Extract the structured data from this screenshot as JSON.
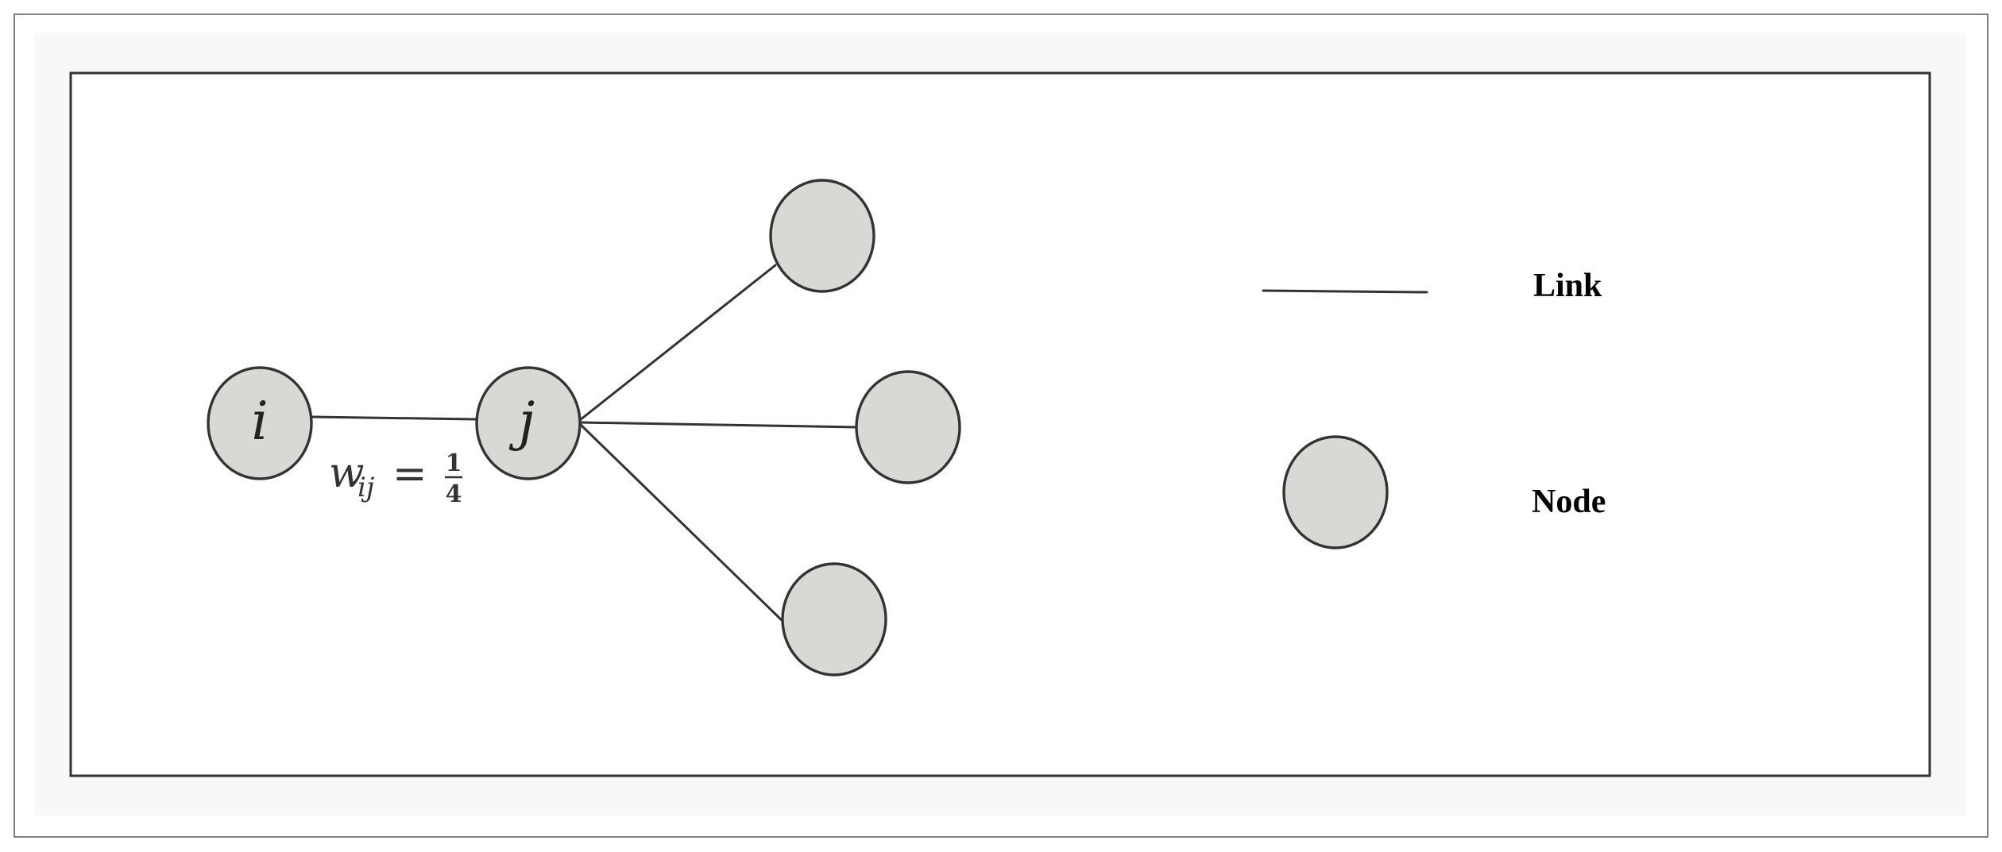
{
  "diagram": {
    "nodes": [
      {
        "id": "i",
        "label": "i"
      },
      {
        "id": "j",
        "label": "j"
      },
      {
        "id": "n1",
        "label": ""
      },
      {
        "id": "n2",
        "label": ""
      },
      {
        "id": "n3",
        "label": ""
      }
    ],
    "links": [
      {
        "from": "i",
        "to": "j"
      },
      {
        "from": "j",
        "to": "n1"
      },
      {
        "from": "j",
        "to": "n2"
      },
      {
        "from": "j",
        "to": "n3"
      }
    ],
    "weight_label": {
      "var": "w",
      "subscript": "ij",
      "equals": "=",
      "numerator": "1",
      "denominator": "4"
    },
    "legend": {
      "link_label": "Link",
      "node_label": "Node"
    },
    "colors": {
      "node_fill": "#d9d8d4",
      "stroke": "#333333",
      "outer_band": "#f8f8f8"
    }
  }
}
